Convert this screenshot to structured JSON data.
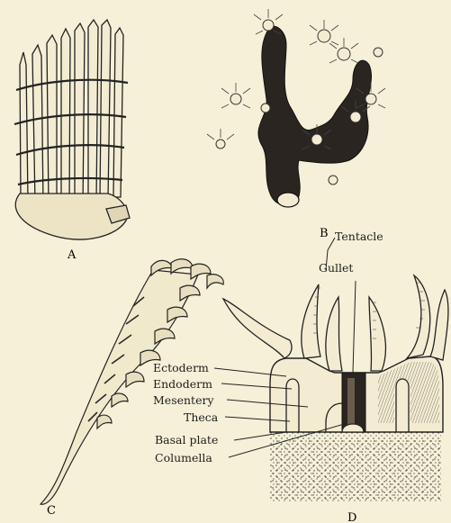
{
  "figures": {
    "a": {
      "letter": "A"
    },
    "b": {
      "letter": "B"
    },
    "c": {
      "letter": "C"
    },
    "d": {
      "letter": "D"
    }
  },
  "labels": {
    "tentacle": "Tentacle",
    "gullet": "Gullet",
    "ectoderm": "Ectoderm",
    "endoderm": "Endoderm",
    "mesentery": "Mesentery",
    "theca": "Theca",
    "basal_plate": "Basal plate",
    "columella": "Columella"
  },
  "colors": {
    "paper": "#f6f0d8",
    "ink": "#1d1d1d",
    "dark_fill": "#2a2520"
  }
}
